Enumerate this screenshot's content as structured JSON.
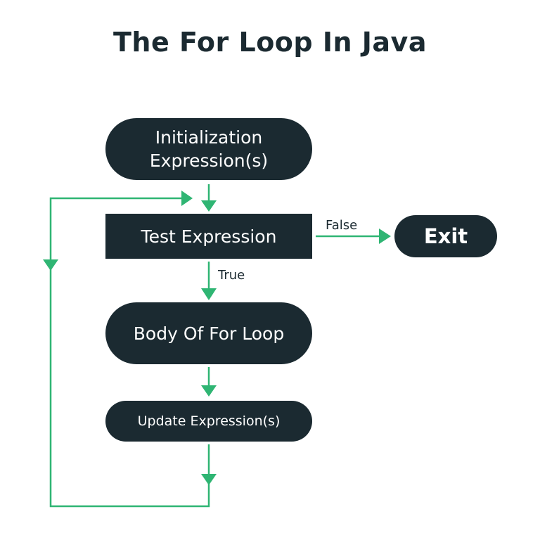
{
  "title": "The For Loop In Java",
  "nodes": {
    "init": {
      "line1": "Initialization",
      "line2": "Expression(s)"
    },
    "test": "Test Expression",
    "exit": "Exit",
    "body": "Body Of For Loop",
    "update": "Update Expression(s)"
  },
  "edges": {
    "false_label": "False",
    "true_label": "True"
  },
  "colors": {
    "node_fill": "#1b2a31",
    "node_text": "#ffffff",
    "arrow": "#2fb573",
    "title": "#1b2a31"
  }
}
